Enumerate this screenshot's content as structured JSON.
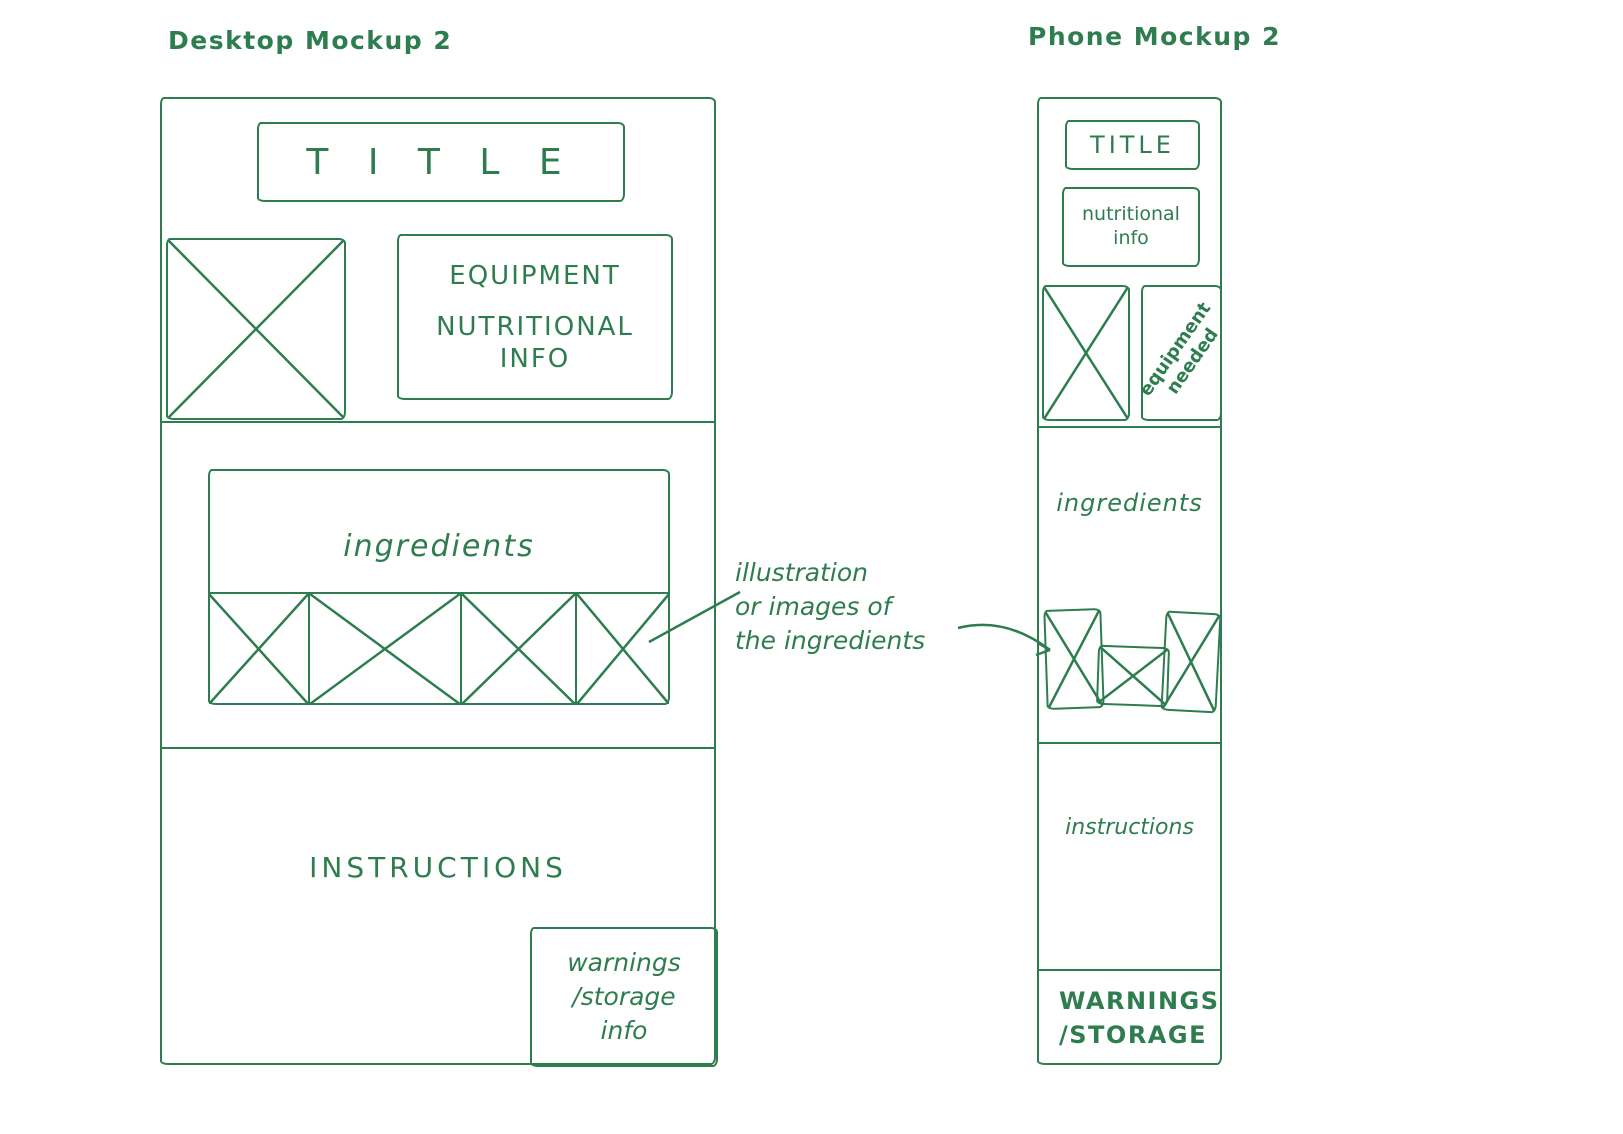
{
  "colors": {
    "ink": "#2e7d4f",
    "background": "#ffffff"
  },
  "headings": {
    "desktop": "Desktop Mockup 2",
    "phone": "Phone Mockup 2"
  },
  "desktop": {
    "title": "T I T L E",
    "equipment": "EQUIPMENT",
    "nutritional": "NUTRITIONAL\nINFO",
    "ingredients": "ingredients",
    "instructions": "INSTRUCTIONS",
    "warnings": "warnings\n/storage\ninfo"
  },
  "phone": {
    "title": "TITLE",
    "nutritional": "nutritional\ninfo",
    "equipment": "equipment\nneeded",
    "ingredients": "ingredients",
    "instructions": "instructions",
    "warnings": "WARNINGS\n/STORAGE"
  },
  "annotation": {
    "text": "illustration\nor  images of\nthe ingredients"
  }
}
